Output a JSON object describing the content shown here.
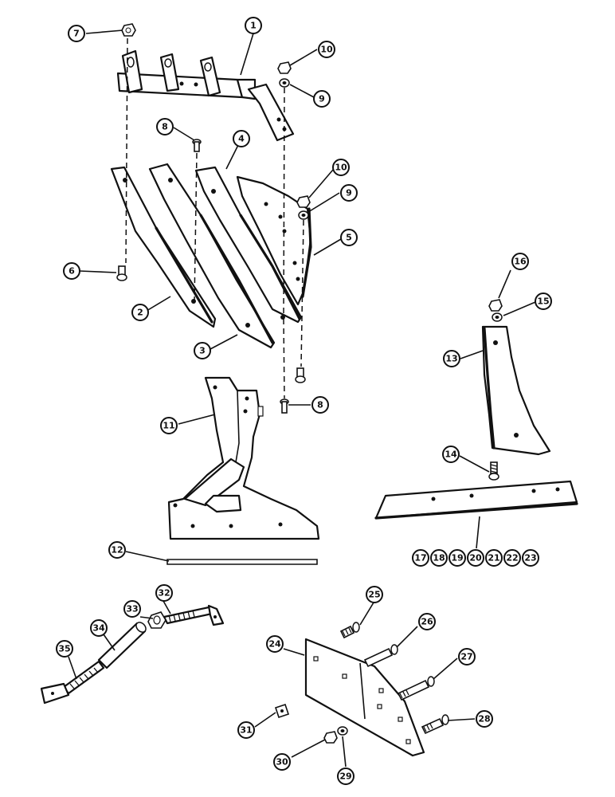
{
  "callouts": {
    "c1": "1",
    "c2": "2",
    "c3": "3",
    "c4": "4",
    "c5": "5",
    "c6": "6",
    "c7": "7",
    "c8a": "8",
    "c8b": "8",
    "c9a": "9",
    "c9b": "9",
    "c10a": "10",
    "c10b": "10",
    "c11": "11",
    "c12": "12",
    "c13": "13",
    "c14": "14",
    "c15": "15",
    "c16": "16",
    "c17": "17",
    "c18": "18",
    "c19": "19",
    "c20": "20",
    "c21": "21",
    "c22": "22",
    "c23": "23",
    "c24": "24",
    "c25": "25",
    "c26": "26",
    "c27": "27",
    "c28": "28",
    "c29": "29",
    "c30": "30",
    "c31": "31",
    "c32": "32",
    "c33": "33",
    "c34": "34",
    "c35": "35"
  }
}
